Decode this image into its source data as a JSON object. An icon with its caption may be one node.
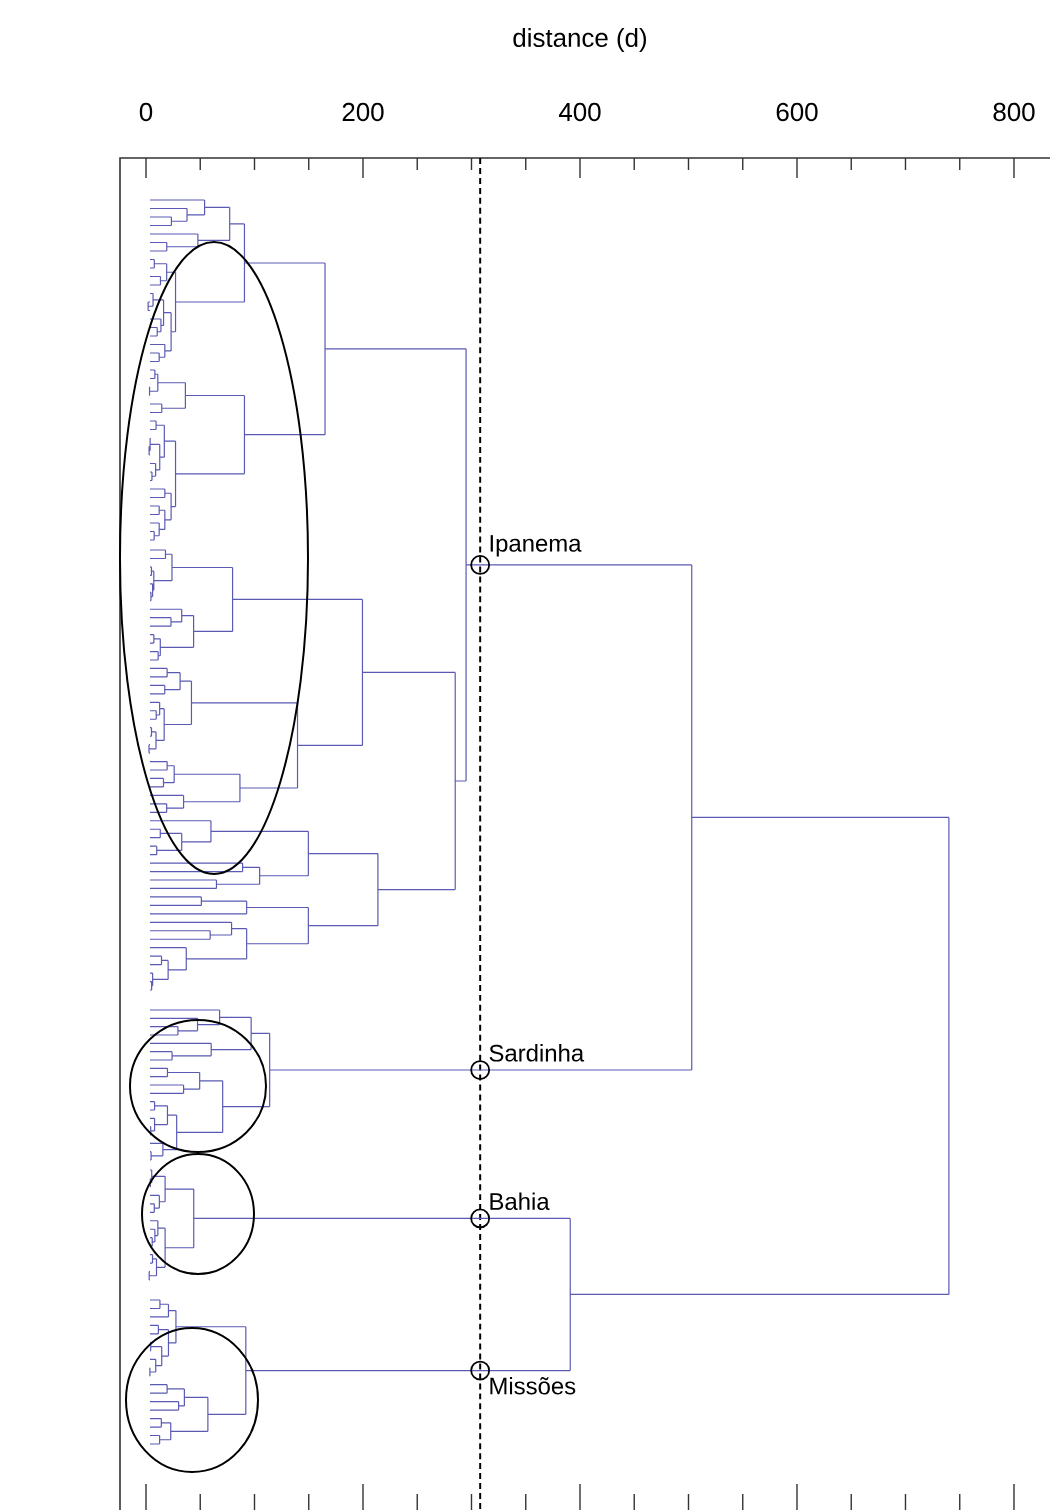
{
  "diagram": {
    "nodes": [
      {
        "text": [],
        "shape": "circle",
        "beside": [
          "Ipanema"
        ]
      },
      {
        "text": [],
        "shape": "circle",
        "beside": [
          "Sardinha"
        ]
      },
      {
        "text": [],
        "shape": "circle",
        "beside": [
          "Bahia"
        ]
      },
      {
        "text": [],
        "shape": "circle",
        "beside": [
          "Missões"
        ]
      },
      {
        "text": [],
        "shape": "ellipse"
      },
      {
        "text": [],
        "shape": "ellipse"
      },
      {
        "text": [],
        "shape": "ellipse"
      },
      {
        "text": [],
        "shape": "ellipse"
      }
    ],
    "labels": [
      "distance (d)",
      "0",
      "200",
      "400",
      "600",
      "800"
    ]
  }
}
